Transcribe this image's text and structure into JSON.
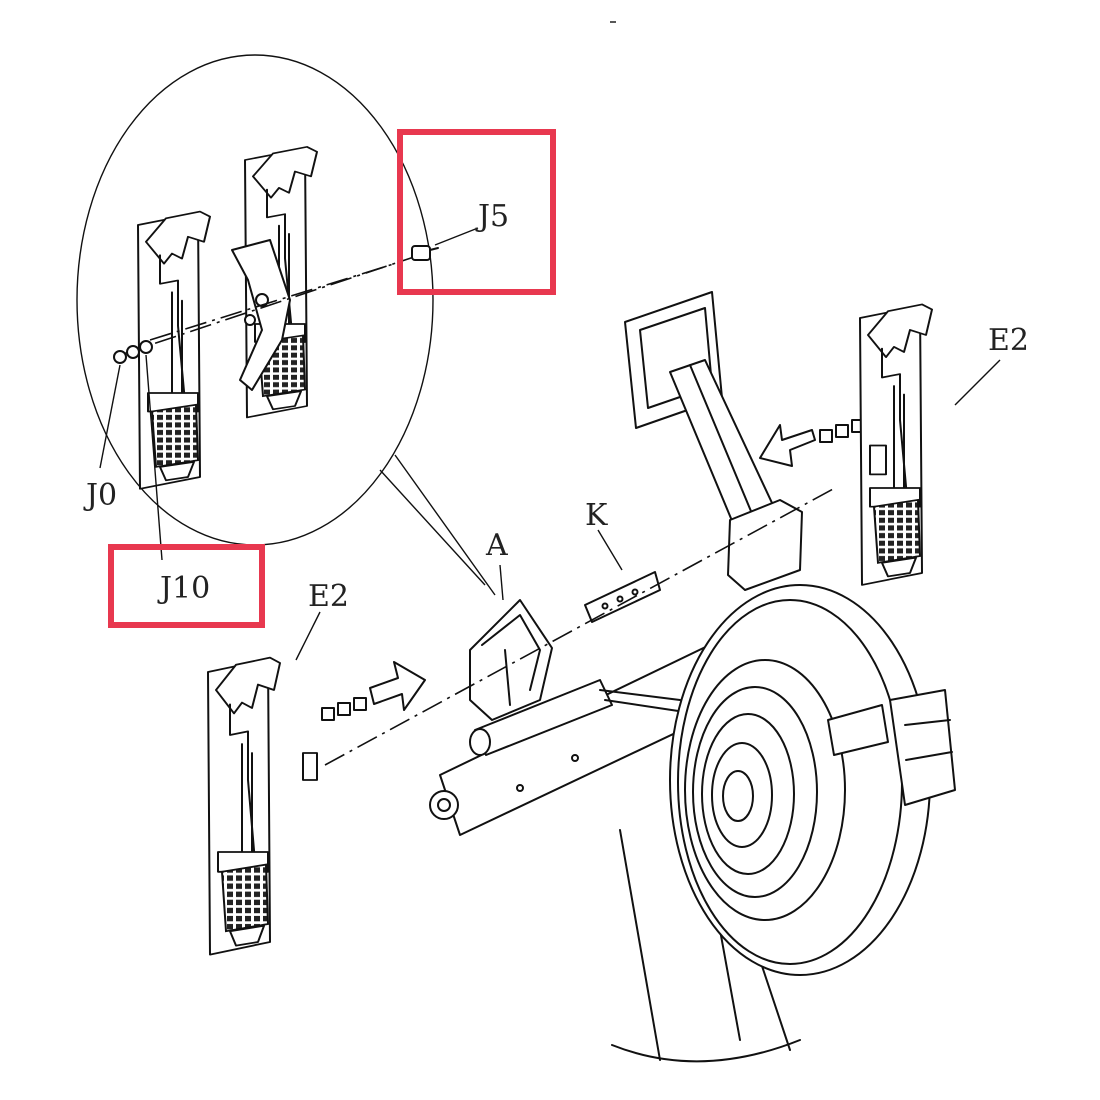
{
  "labels": {
    "j5": "J5",
    "j0": "J0",
    "j10": "J10",
    "a": "A",
    "k": "K",
    "e2_left": "E2",
    "e2_right": "E2"
  },
  "colors": {
    "highlight": "#e8384f",
    "line": "#111111"
  }
}
